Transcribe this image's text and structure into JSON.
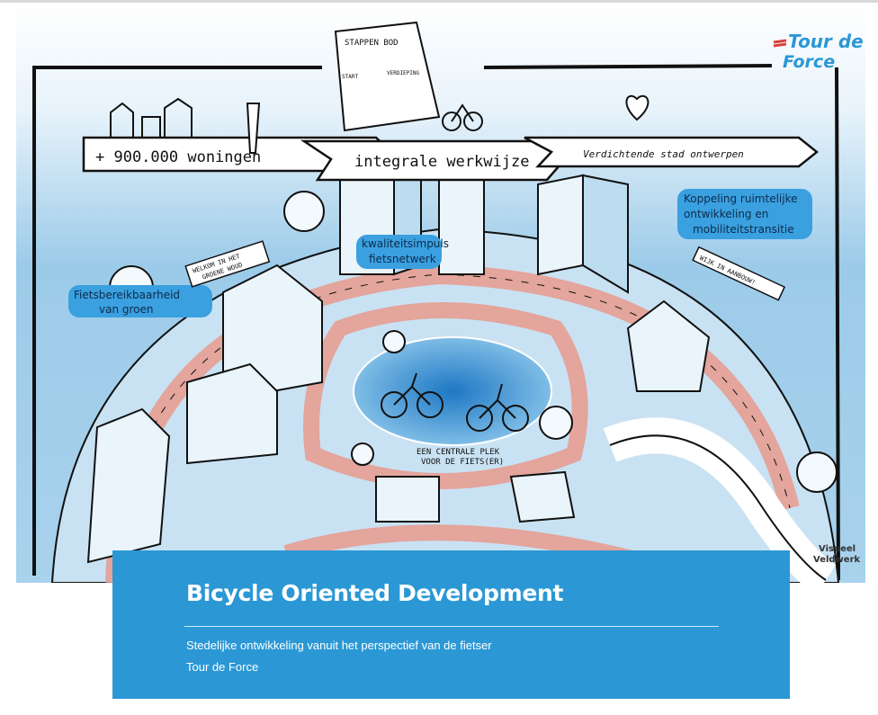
{
  "cover": {
    "title": "Bicycle Oriented Development",
    "subtitle": "Stedelijke ontwikkeling vanuit het perspectief van de fietser",
    "organisation": "Tour de Force"
  },
  "illustration": {
    "logo_top": "Tour de",
    "logo_bottom": "Force",
    "credit_line1": "Visueel",
    "credit_line2": "Veldwerk",
    "arrow_1": "+ 900.000 woningen",
    "arrow_2": "integrale werkwijze",
    "arrow_3": "Verdichtende stad ontwerpen",
    "board_title": "STAPPEN BOD",
    "board_start": "START",
    "board_step": "VERDIEPING",
    "label_quality_1": "kwaliteitsimpuls",
    "label_quality_2": "fietsnetwerk",
    "label_green_1": "Fietsbereikbaarheid",
    "label_green_2": "van groen",
    "label_coupling_1": "Koppeling ruimtelijke",
    "label_coupling_2": "ontwikkeling en",
    "label_coupling_3": "mobiliteitstransitie",
    "banner_forest_1": "WELKOM IN HET",
    "banner_forest_2": "GROENE WOUD",
    "banner_construction": "WIJK IN AANBOUW!",
    "plaza_1": "EEN CENTRALE PLEK",
    "plaza_2": "VOOR DE FIETS(ER)"
  },
  "colors": {
    "cover_bg": "#2b98d5",
    "road": "#e3a59c",
    "sky": "#9ccbe9",
    "highlight": "#3aa0e0"
  }
}
